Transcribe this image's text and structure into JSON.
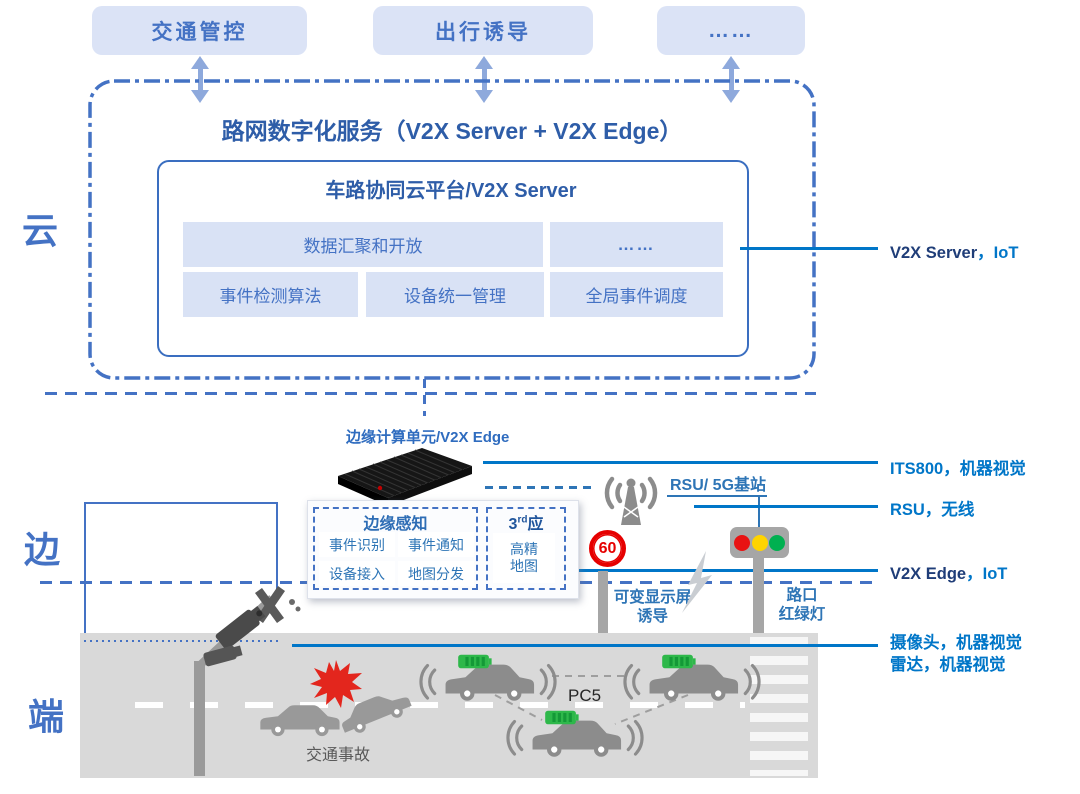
{
  "apps": [
    "交通管控",
    "出行诱导",
    "……"
  ],
  "cloud": {
    "label": "云",
    "service_title": "路网数字化服务（V2X Server + V2X Edge）",
    "platform": {
      "title": "车路协同云平台/V2X Server",
      "modules_row1": [
        "数据汇聚和开放",
        "……"
      ],
      "modules_row2": [
        "事件检测算法",
        "设备统一管理",
        "全局事件调度"
      ]
    }
  },
  "edge": {
    "label": "边",
    "unit_label": "边缘计算单元/V2X Edge",
    "perception": {
      "title": "边缘感知",
      "items": [
        "事件识别",
        "事件通知",
        "设备接入",
        "地图分发"
      ]
    },
    "third_app": {
      "base": "3",
      "sup": "rd",
      "tail": "应",
      "map_line1": "高精",
      "map_line2": "地图"
    },
    "rsu_label": "RSU/ 5G基站",
    "speed_limit": "60",
    "vms": [
      "可变显示屏",
      "诱导"
    ],
    "signal": [
      "路口",
      "红绿灯"
    ]
  },
  "terminal": {
    "label": "端",
    "pc5": "PC5",
    "accident": "交通事故"
  },
  "annotations": {
    "v2x_server": {
      "strong": "V2X Server",
      "rest": "，IoT"
    },
    "its800": "ITS800，机器视觉",
    "rsu": "RSU，无线",
    "v2x_edge": {
      "strong": "V2X Edge",
      "rest": "，IoT"
    },
    "sensors": [
      "摄像头，机器视觉",
      "雷达，机器视觉"
    ]
  },
  "colors": {
    "accent": "#4472c4",
    "app_box_fill": "#dbe3f6",
    "module_fill": "#d9e2f5",
    "title_blue": "#2e5da8",
    "label_blue": "#2e75b6",
    "connector_blue": "#0076c8",
    "navy": "#1f3d78",
    "arrow": "#8ea9dc",
    "road": "#d9d9d9",
    "pole_gray": "#a6a6a6",
    "car_gray": "#8c8c8c",
    "battery_green": "#2eb84a",
    "explosion_red": "#e3261d",
    "sign_red": "#e60000",
    "light_red": "#e81313",
    "light_yellow": "#ffd400",
    "light_green": "#00b050",
    "accident_text": "#595959",
    "device_black": "#161616"
  },
  "icons": [
    "bidirectional-arrow-icon",
    "edge-device-image",
    "rsu-antenna-icon",
    "traffic-light-icon",
    "speed-limit-sign",
    "lightning-icon",
    "cctv-camera-icon",
    "radar-icon",
    "explosion-icon",
    "car-icon",
    "obu-battery-icon",
    "crosswalk",
    "road-centerline"
  ]
}
